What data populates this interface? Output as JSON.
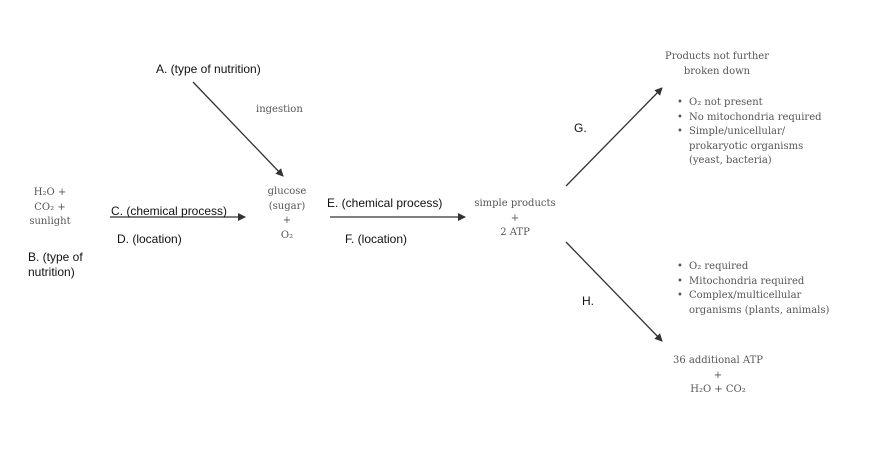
{
  "labels": {
    "a": "A.  (type of nutrition)",
    "b_line1": "B. (type of",
    "b_line2": "nutrition)",
    "c": "C. (chemical process)",
    "d": "D. (location)",
    "e": "E. (chemical process)",
    "f": "F. (location)",
    "g": "G.",
    "h": "H."
  },
  "ingestion": "ingestion",
  "reactants": {
    "water": "H₂O +",
    "co2": "CO₂ +",
    "sunlight": "sunlight"
  },
  "glucose": {
    "name": "glucose",
    "sugar": "(sugar)",
    "plus": "+",
    "o2": "O₂"
  },
  "glycolysis_products": {
    "simple": "simple products",
    "plus": "+",
    "atp": "2 ATP"
  },
  "anaerobic": {
    "title_line1": "Products not further",
    "title_line2": "broken down",
    "bullets": [
      "O₂ not present",
      "No mitochondria required",
      "Simple/unicellular/",
      "prokaryotic organisms",
      "(yeast, bacteria)"
    ]
  },
  "aerobic": {
    "bullets": [
      "O₂ required",
      "Mitochondria required",
      "Complex/multicellular",
      "organisms (plants, animals)"
    ],
    "result_line1": "36 additional ATP",
    "result_plus": "+",
    "result_line2": "H₂O + CO₂"
  }
}
